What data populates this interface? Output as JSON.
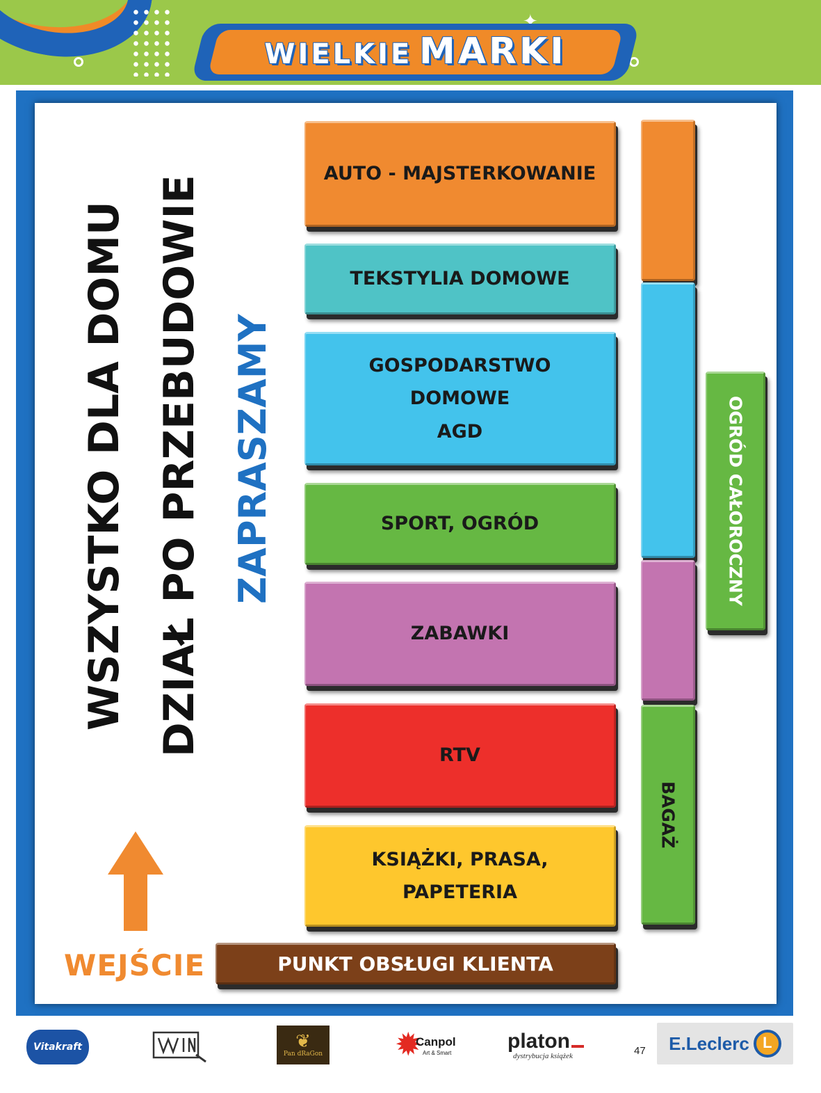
{
  "header": {
    "title_small": "WIELKIE",
    "title_big": "MARKI",
    "colors": {
      "background": "#9bc84a",
      "badge_outer": "#1f63b8",
      "badge_inner": "#f08a28"
    }
  },
  "store_map": {
    "headline_line1": "WSZYSTKO DLA DOMU",
    "headline_line2": "DZIAŁ PO PRZEBUDOWIE",
    "headline_line3": "ZAPRASZAMY",
    "entrance_label": "WEJŚCIE",
    "departments": {
      "auto": "AUTO - MAJSTERKOWANIE",
      "tekstylia": "TEKSTYLIA DOMOWE",
      "gospodarstwo": [
        "GOSPODARSTWO",
        "DOMOWE",
        "AGD"
      ],
      "sport": "SPORT, OGRÓD",
      "zabawki": "ZABAWKI",
      "rtv": "RTV",
      "ksiazki": [
        "KSIĄŻKI, PRASA,",
        "PAPETERIA"
      ],
      "punkt": "PUNKT OBSŁUGI KLIENTA",
      "bagaz": "BAGAŻ",
      "ogrod": "OGRÓD CAŁOROCZNY"
    },
    "colors": {
      "frame": "#1f71c2",
      "orange": "#f08a30",
      "teal": "#4fc3c6",
      "light_blue": "#43c3ec",
      "green": "#66b843",
      "purple": "#c374b0",
      "red": "#ed2f2b",
      "yellow": "#fec72d",
      "brown": "#7c4019"
    }
  },
  "footer": {
    "logos": {
      "vitakraft": "Vitakraft",
      "win": "WIN",
      "pandragon": "Pan dRaGon",
      "canpol_name": "Canpol",
      "canpol_tag": "Art & Smart",
      "platon_name": "platon",
      "platon_tag": "dystrybucja książek",
      "leclerc": "E.Leclerc"
    },
    "page_number": "47"
  }
}
